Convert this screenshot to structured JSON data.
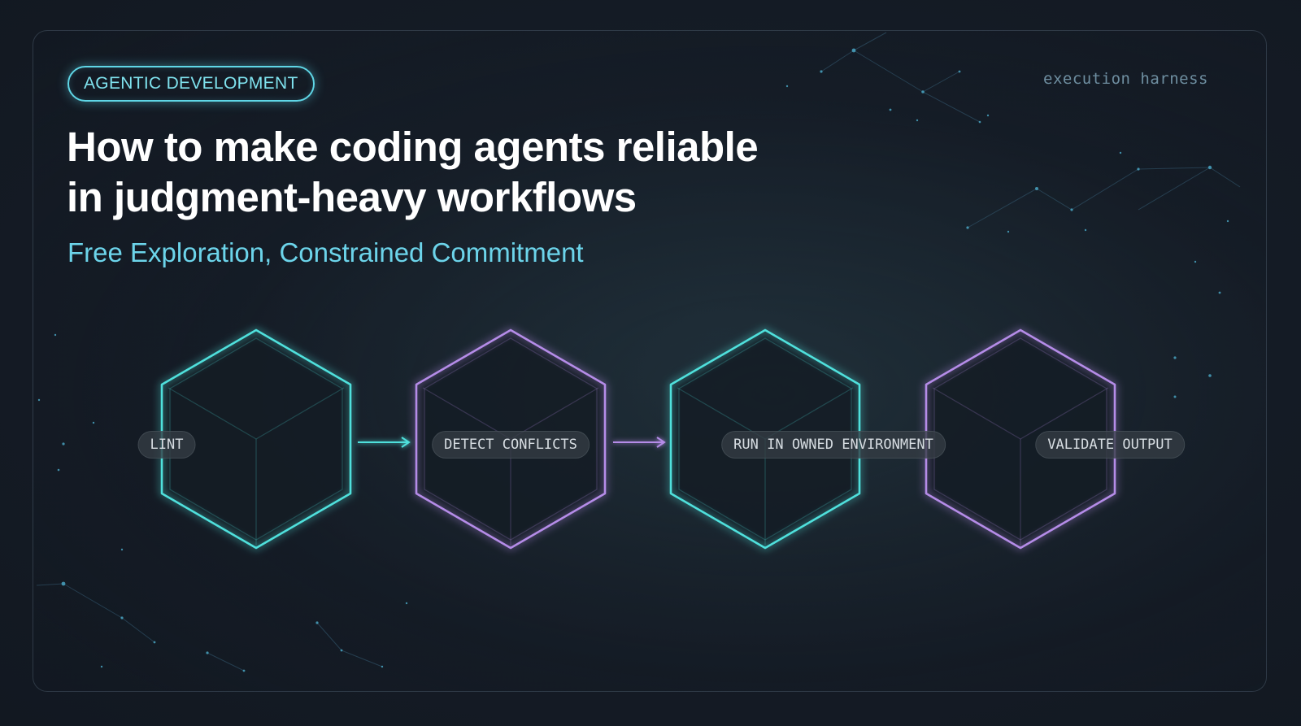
{
  "header": {
    "badge": "AGENTIC DEVELOPMENT",
    "title_line1": "How to make coding agents reliable",
    "title_line2": "in judgment-heavy workflows",
    "subtitle": "Free Exploration, Constrained Commitment",
    "corner_label": "execution harness"
  },
  "pipeline": {
    "steps": [
      {
        "label": "LINT",
        "color": "#4fe0dc"
      },
      {
        "label": "DETECT CONFLICTS",
        "color": "#b58ce8"
      },
      {
        "label": "RUN IN OWNED ENVIRONMENT",
        "color": "#4fe0dc"
      },
      {
        "label": "VALIDATE OUTPUT",
        "color": "#b58ce8"
      }
    ]
  },
  "colors": {
    "accent_cyan": "#4fe0dc",
    "accent_violet": "#b58ce8",
    "background": "#141a23"
  }
}
